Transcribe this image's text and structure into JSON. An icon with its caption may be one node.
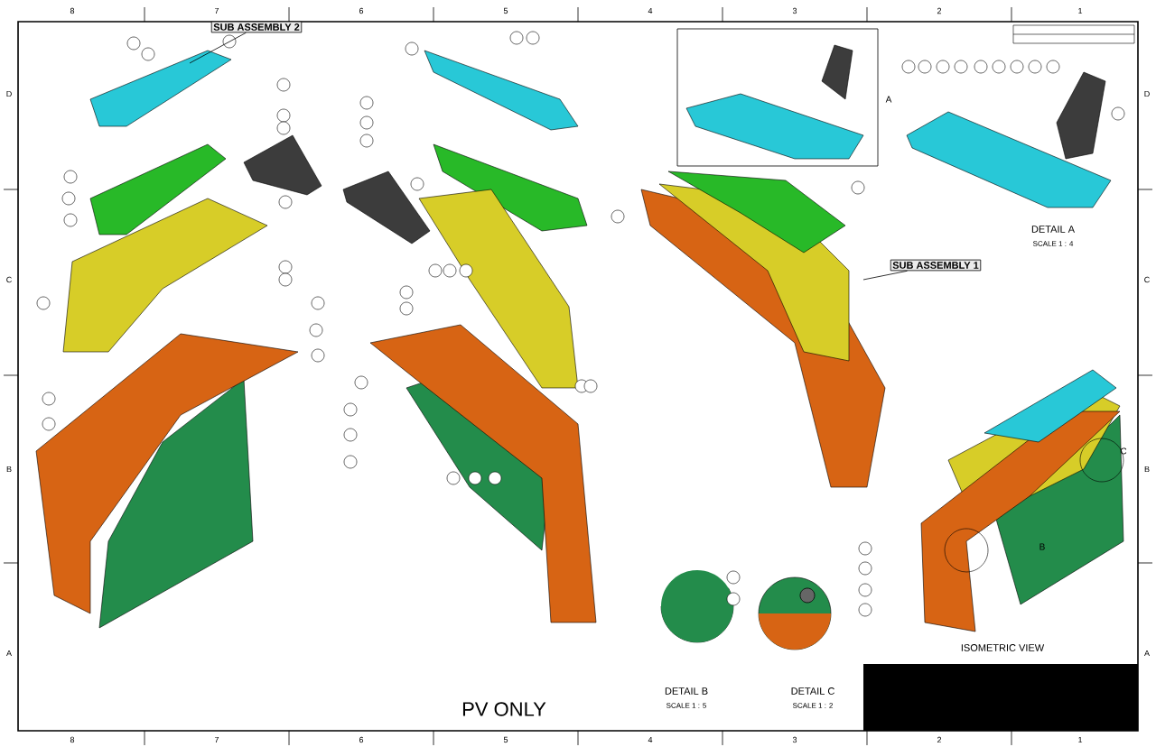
{
  "diagram": {
    "nodes": [
      {
        "text": [
          "SUB ASSEMBLY 2"
        ]
      },
      {
        "text": [
          "SUB ASSEMBLY 1"
        ]
      }
    ],
    "edges": [
      {
        "from": 0,
        "to": null,
        "arrow": "none"
      },
      {
        "from": 1,
        "to": null,
        "arrow": "none"
      }
    ],
    "labels": [
      "8",
      "7",
      "6",
      "5",
      "4",
      "3",
      "2",
      "1",
      "D",
      "A",
      "D",
      "C",
      "C",
      "DETAIL A",
      "SCALE 1 : 4",
      "B",
      "C",
      "B",
      "B",
      "A",
      "ISOMETRIC VIEW",
      "A",
      "PV ONLY",
      "DETAIL B",
      "SCALE 1 : 5",
      "DETAIL C",
      "SCALE 1 : 2",
      "8",
      "7",
      "6",
      "5",
      "4",
      "3",
      "2",
      "1"
    ]
  }
}
